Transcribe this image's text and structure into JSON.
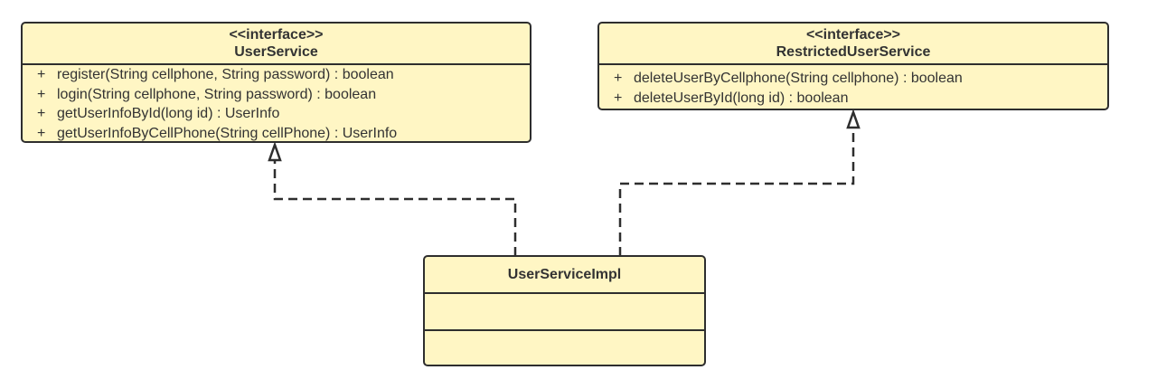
{
  "classes": [
    {
      "stereotype": "<<interface>>",
      "name": "UserService",
      "methods": [
        {
          "visibility": "+",
          "signature": "register(String cellphone, String password) : boolean"
        },
        {
          "visibility": "+",
          "signature": "login(String cellphone, String password) : boolean"
        },
        {
          "visibility": "+",
          "signature": "getUserInfoById(long id) : UserInfo"
        },
        {
          "visibility": "+",
          "signature": "getUserInfoByCellPhone(String cellPhone) : UserInfo"
        }
      ]
    },
    {
      "stereotype": "<<interface>>",
      "name": "RestrictedUserService",
      "methods": [
        {
          "visibility": "+",
          "signature": "deleteUserByCellphone(String cellphone) : boolean"
        },
        {
          "visibility": "+",
          "signature": "deleteUserById(long id) : boolean"
        }
      ]
    },
    {
      "name": "UserServiceImpl",
      "attributes": [],
      "methods": []
    }
  ],
  "relations": [
    {
      "type": "realization",
      "from": "UserServiceImpl",
      "to": "UserService"
    },
    {
      "type": "realization",
      "from": "UserServiceImpl",
      "to": "RestrictedUserService"
    }
  ],
  "colors": {
    "fill": "#fff6c4",
    "stroke": "#2e2e2e",
    "text": "#333333"
  }
}
